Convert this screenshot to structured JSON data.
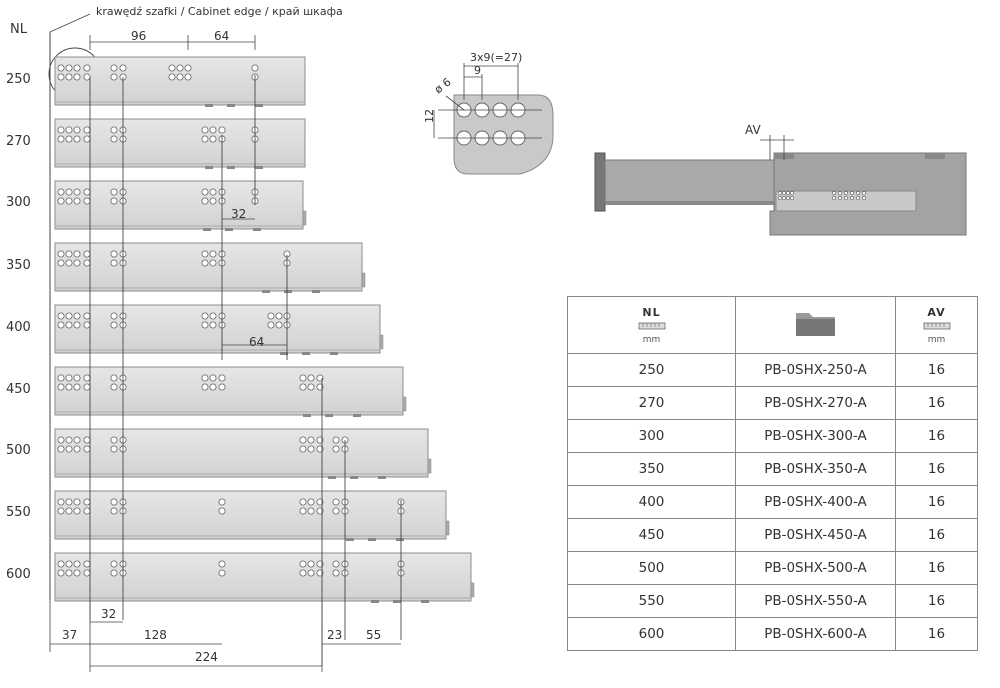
{
  "header": {
    "nl_axis_label": "NL",
    "edge_label": "krawędź szafki / Cabinet edge / край шкафа"
  },
  "rows": [
    {
      "nl": "250",
      "code": "PB-0SHX-250-A",
      "av": "16"
    },
    {
      "nl": "270",
      "code": "PB-0SHX-270-A",
      "av": "16"
    },
    {
      "nl": "300",
      "code": "PB-0SHX-300-A",
      "av": "16"
    },
    {
      "nl": "350",
      "code": "PB-0SHX-350-A",
      "av": "16"
    },
    {
      "nl": "400",
      "code": "PB-0SHX-400-A",
      "av": "16"
    },
    {
      "nl": "450",
      "code": "PB-0SHX-450-A",
      "av": "16"
    },
    {
      "nl": "500",
      "code": "PB-0SHX-500-A",
      "av": "16"
    },
    {
      "nl": "550",
      "code": "PB-0SHX-550-A",
      "av": "16"
    },
    {
      "nl": "600",
      "code": "PB-0SHX-600-A",
      "av": "16"
    }
  ],
  "dimensions": {
    "top_96": "96",
    "top_64": "64",
    "mid_32": "32",
    "mid_64": "64",
    "bottom_32": "32",
    "bottom_37": "37",
    "bottom_128": "128",
    "bottom_224": "224",
    "bottom_23": "23",
    "bottom_55": "55"
  },
  "detail": {
    "pitch_label": "3x9(=27)",
    "step_label": "9",
    "diameter_label": "ø 6",
    "height_label": "12"
  },
  "av_label": "AV",
  "table": {
    "nl_header": "NL",
    "av_header": "AV",
    "unit": "mm",
    "folder_icon": "folder-icon"
  }
}
